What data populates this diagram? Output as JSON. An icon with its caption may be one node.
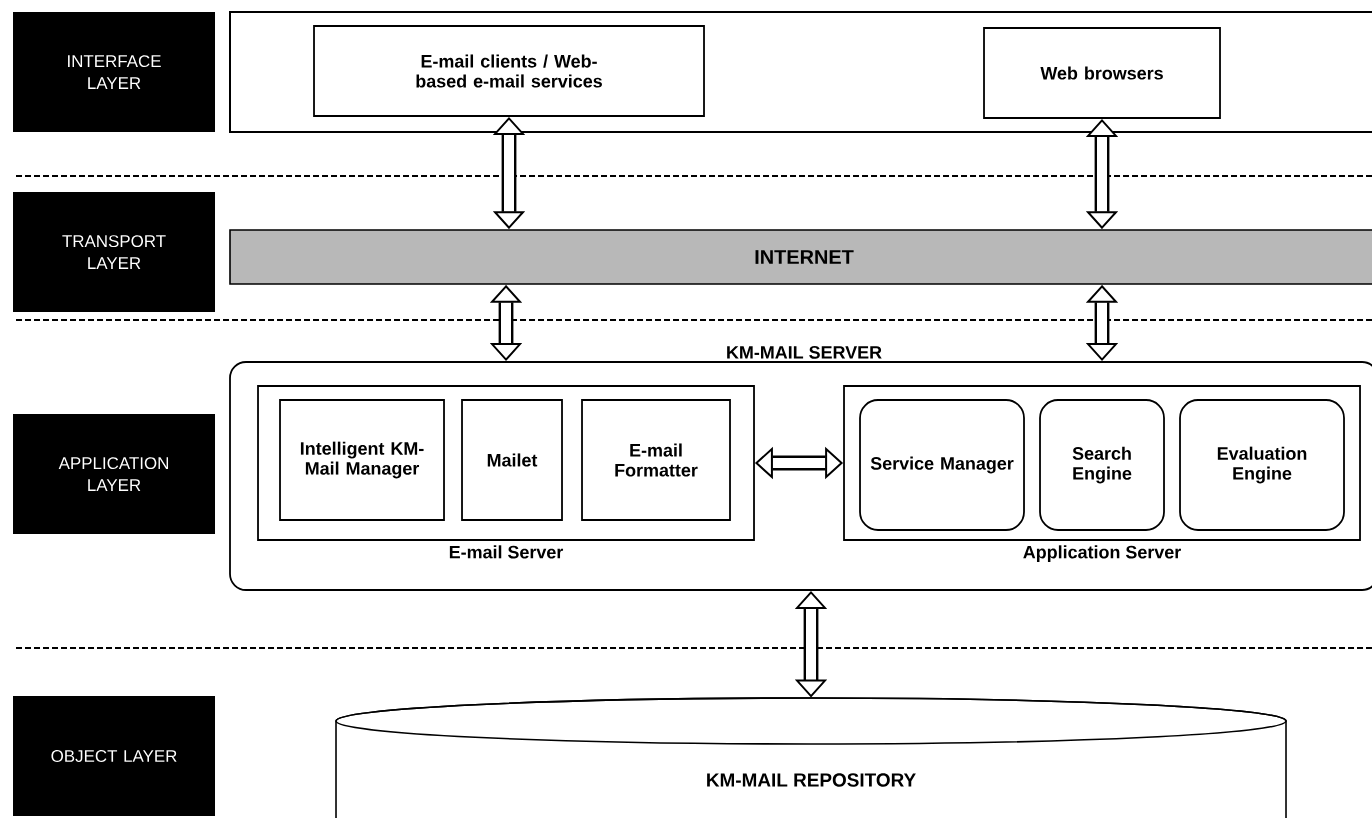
{
  "diagram": {
    "nodes": [
      {
        "text": [
          "INTERFACE LAYER"
        ]
      },
      {
        "text": [
          "TRANSPORT LAYER"
        ]
      },
      {
        "text": [
          "APPLICATION LAYER"
        ]
      },
      {
        "text": [
          "OBJECT LAYER"
        ]
      },
      {
        "text": [],
        "shape": "box"
      },
      {
        "text": [
          "E-mail clients / Web-based e-mail services"
        ],
        "in": 4
      },
      {
        "text": [
          "Web browsers"
        ],
        "in": 4
      },
      {
        "text": [
          "INTERNET"
        ]
      },
      {
        "text": [
          "KM-MAIL SERVER"
        ]
      },
      {
        "text": [
          "E-mail Server"
        ],
        "in": 8
      },
      {
        "text": [
          "Intelligent KM-Mail Manager"
        ],
        "in": 9
      },
      {
        "text": [
          "Mailet"
        ],
        "in": 9
      },
      {
        "text": [
          "E-mail Formatter"
        ],
        "in": 9
      },
      {
        "text": [
          "Application Server"
        ],
        "in": 8
      },
      {
        "text": [
          "Service Manager"
        ],
        "in": 13
      },
      {
        "text": [
          "Search Engine"
        ],
        "in": 13
      },
      {
        "text": [
          "Evaluation Engine"
        ],
        "in": 13
      },
      {
        "text": [
          "KM-MAIL REPOSITORY"
        ]
      }
    ],
    "edges": [
      {
        "from": 5,
        "to": 7,
        "arrow": "both"
      },
      {
        "from": 6,
        "to": 7,
        "arrow": "both"
      },
      {
        "from": 7,
        "to": 8,
        "arrow": "both"
      },
      {
        "from": 7,
        "to": 8,
        "arrow": "both"
      },
      {
        "from": 9,
        "to": 13,
        "arrow": "both"
      },
      {
        "from": 8,
        "to": 17,
        "arrow": "both"
      }
    ]
  }
}
